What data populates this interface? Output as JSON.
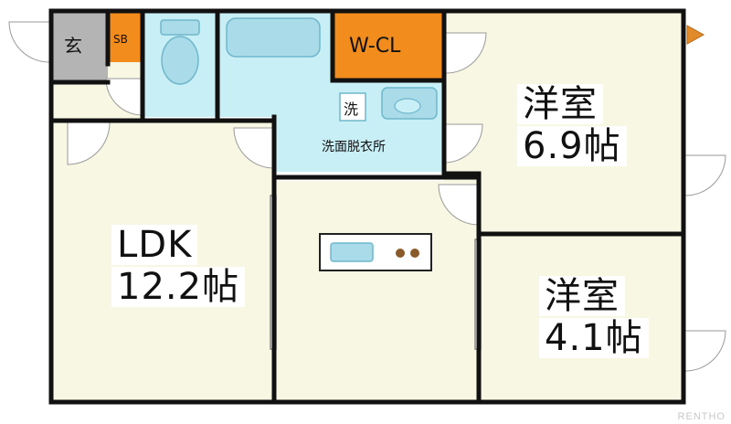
{
  "rooms": {
    "genkan": "玄",
    "shoe_box": "SB",
    "walk_in_closet": "W-CL",
    "washer": "洗",
    "washroom": "洗面脱衣所",
    "ldk_name": "LDK",
    "ldk_size": "12.2帖",
    "western1_name": "洋室",
    "western1_size": "6.9帖",
    "western2_name": "洋室",
    "western2_size": "4.1帖"
  },
  "watermark": "RENTHO",
  "colors": {
    "floor": "#f8f7e3",
    "wall": "#111111",
    "wet_area": "#c8eef6",
    "closet": "#f28c1c",
    "entrance": "#b4b4b4",
    "fixture": "#a9dbe8"
  }
}
